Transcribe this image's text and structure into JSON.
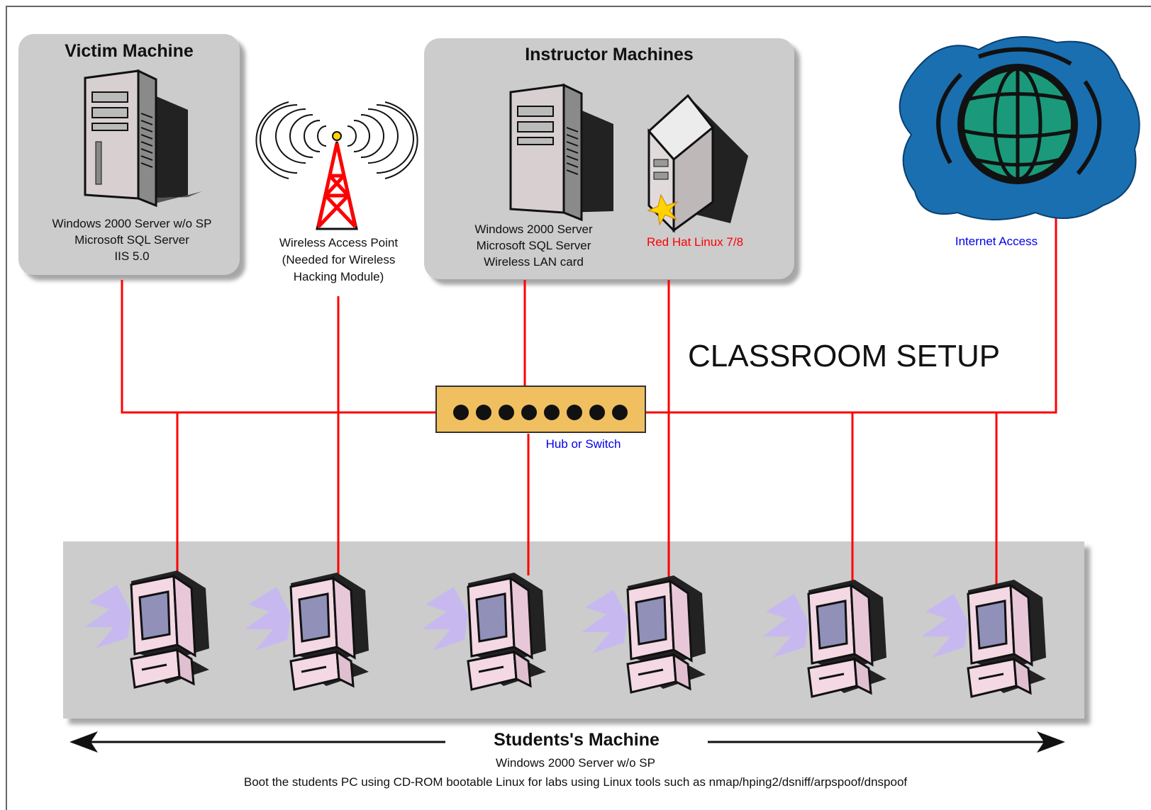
{
  "diagram_title": "CLASSROOM SETUP",
  "victim": {
    "title": "Victim Machine",
    "lines": [
      "Windows 2000 Server w/o SP",
      "Microsoft SQL Server",
      "IIS 5.0"
    ]
  },
  "wireless": {
    "lines": [
      "Wireless Access Point",
      "(Needed for Wireless",
      "Hacking Module)"
    ]
  },
  "instructor": {
    "title": "Instructor Machines",
    "win_lines": [
      "Windows 2000 Server",
      "Microsoft SQL Server",
      "Wireless LAN card"
    ],
    "linux_label": "Red Hat Linux 7/8"
  },
  "internet": {
    "label": "Internet Access"
  },
  "hub": {
    "label": "Hub or Switch",
    "port_count": 8
  },
  "students": {
    "title": "Students's Machine",
    "line1": "Windows 2000 Server w/o SP",
    "line2": "Boot the students PC using CD-ROM bootable Linux for labs using Linux tools such as nmap/hping2/dsniff/arpspoof/dnspoof",
    "count": 6
  },
  "colors": {
    "cable": "#ff0000",
    "panel": "#cccccc",
    "hub": "#f0c060",
    "globe_blob": "#1a6fb0",
    "globe": "#1a9a7a",
    "label_red": "#ff0000",
    "label_blue": "#0000ee"
  },
  "icons": [
    "server-tower-icon",
    "wireless-tower-icon",
    "linux-server-icon",
    "globe-icon",
    "hub-icon",
    "student-pc-icon",
    "double-arrow-icon"
  ]
}
